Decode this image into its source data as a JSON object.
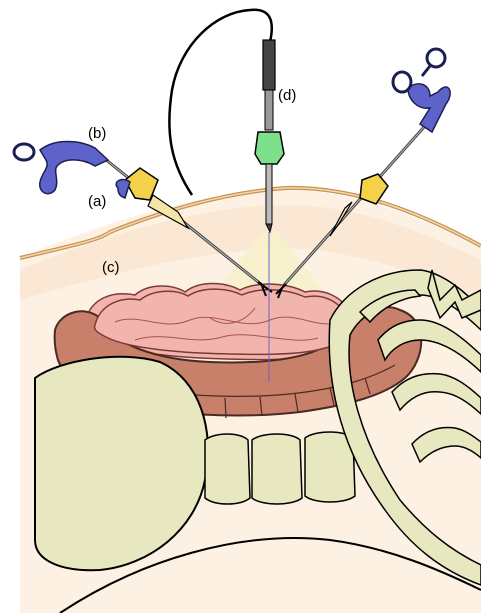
{
  "labels": {
    "a": "(a)",
    "b": "(b)",
    "c": "(c)",
    "d": "(d)"
  },
  "colors": {
    "skin": "#d9a066",
    "cavity": "#fdf1e4",
    "intestine": "#c8806a",
    "omentum": "#f2b5ad",
    "bone": "#e8e8c0",
    "trocar": "#f3d24a",
    "grasper": "#5e63c9",
    "camera_cap": "#7ee08a",
    "light_cone": "#f6f1c9"
  },
  "icons": [
    "grasper-left-icon",
    "grasper-right-icon",
    "laparoscope-icon",
    "trocar-icon"
  ]
}
